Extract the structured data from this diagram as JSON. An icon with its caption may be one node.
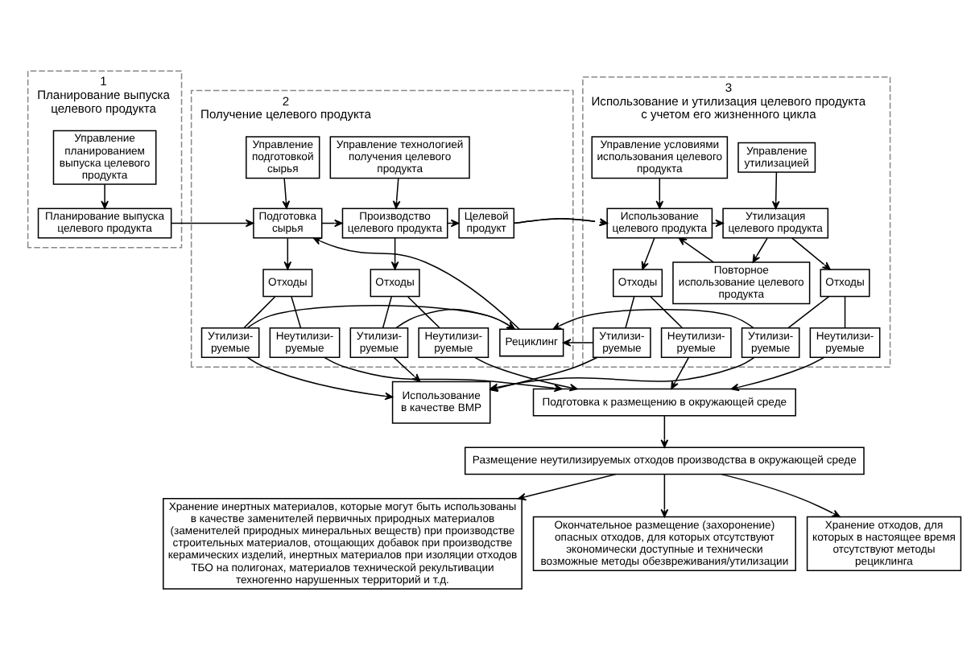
{
  "diagram": {
    "nodes": [
      {
        "text": [
          "1",
          "Планирование выпуска целевого продукта"
        ]
      },
      {
        "text": [
          "Управление планированием выпуска целевого продукта"
        ],
        "in": 0
      },
      {
        "text": [
          "Планирование выпуска целевого продукта"
        ],
        "in": 0
      },
      {
        "text": [
          "2",
          "Получение целевого продукта"
        ]
      },
      {
        "text": [
          "Управление подготовкой сырья"
        ],
        "in": 3
      },
      {
        "text": [
          "Управление технологией получения целевого продукта"
        ],
        "in": 3
      },
      {
        "text": [
          "Подготовка сырья"
        ],
        "in": 3
      },
      {
        "text": [
          "Производство целевого продукта"
        ],
        "in": 3
      },
      {
        "text": [
          "Целевой продукт"
        ],
        "in": 3
      },
      {
        "text": [
          "Рециклинг"
        ],
        "in": 3
      },
      {
        "text": [
          "Отходы"
        ],
        "in": 3
      },
      {
        "text": [
          "Отходы"
        ],
        "in": 3
      },
      {
        "text": [
          "Утилизи- руемые"
        ],
        "in": 3
      },
      {
        "text": [
          "Неутилизи- руемые"
        ],
        "in": 3
      },
      {
        "text": [
          "Утилизи- руемые"
        ],
        "in": 3
      },
      {
        "text": [
          "Неутилизи- руемые"
        ],
        "in": 3
      },
      {
        "text": [
          "3",
          "Использование и утилизация целевого продукта с учетом его жизненного цикла"
        ]
      },
      {
        "text": [
          "Управление условиями использования целевого продукта"
        ],
        "in": 16
      },
      {
        "text": [
          "Управление утилизацией"
        ],
        "in": 16
      },
      {
        "text": [
          "Использование целевого продукта"
        ],
        "in": 16
      },
      {
        "text": [
          "Утилизация целевого продукта"
        ],
        "in": 16
      },
      {
        "text": [
          "Повторное использование целевого продукта"
        ],
        "in": 16
      },
      {
        "text": [
          "Отходы"
        ],
        "in": 16
      },
      {
        "text": [
          "Отходы"
        ],
        "in": 16
      },
      {
        "text": [
          "Утилизи- руемые"
        ],
        "in": 16
      },
      {
        "text": [
          "Неутилизи- руемые"
        ],
        "in": 16
      },
      {
        "text": [
          "Утилизи- руемые"
        ],
        "in": 16
      },
      {
        "text": [
          "Неутилизи- руемые"
        ],
        "in": 16
      },
      {
        "text": [
          "Использование в качестве ВМР"
        ]
      },
      {
        "text": [
          "Подготовка к размещению в окружающей среде"
        ]
      },
      {
        "text": [
          "Размещение неутилизируемых отходов производства в окружающей среде"
        ]
      },
      {
        "text": [
          "Хранение инертных материалов, которые могут быть использованы в качестве заменителей первичных природных материалов (заменителей природных минеральных веществ) при производстве строительных материалов, отощающих добавок при производстве керамических изделий, инертных материалов при изоляции отходов ТБО на полигонах, материалов технической рекультивации техногенно нарушенных территорий и т.д."
        ]
      },
      {
        "text": [
          "Окончательное размещение (захоронение) опасных отходов, для которых отсутствуют экономически доступные и технически возможные методы обезвреживания/утилизации"
        ]
      },
      {
        "text": [
          "Хранение отходов, для которых в настоящее время отсутствуют методы рециклинга"
        ]
      }
    ],
    "edges": [
      {
        "from": 1,
        "to": 2,
        "arrow": "to"
      },
      {
        "from": 2,
        "to": 6,
        "arrow": "to"
      },
      {
        "from": 4,
        "to": 6,
        "arrow": "to"
      },
      {
        "from": 9,
        "to": 6,
        "arrow": "to"
      },
      {
        "from": 6,
        "to": 7,
        "arrow": "to"
      },
      {
        "from": 5,
        "to": 7,
        "arrow": "to"
      },
      {
        "from": 7,
        "to": 8,
        "arrow": "to"
      },
      {
        "from": 8,
        "to": 19,
        "arrow": "to"
      },
      {
        "from": 6,
        "to": 10,
        "arrow": "to"
      },
      {
        "from": 7,
        "to": 11,
        "arrow": "to"
      },
      {
        "from": 10,
        "to": 12,
        "arrow": "none"
      },
      {
        "from": 10,
        "to": 13,
        "arrow": "none"
      },
      {
        "from": 11,
        "to": 14,
        "arrow": "none"
      },
      {
        "from": 11,
        "to": 15,
        "arrow": "none"
      },
      {
        "from": 17,
        "to": 19,
        "arrow": "to"
      },
      {
        "from": 19,
        "to": 20,
        "arrow": "to"
      },
      {
        "from": 18,
        "to": 20,
        "arrow": "to"
      },
      {
        "from": 20,
        "to": 21,
        "arrow": "to"
      },
      {
        "from": 21,
        "to": 19,
        "arrow": "to"
      },
      {
        "from": 19,
        "to": 22,
        "arrow": "to"
      },
      {
        "from": 20,
        "to": 23,
        "arrow": "to"
      },
      {
        "from": 22,
        "to": 24,
        "arrow": "none"
      },
      {
        "from": 22,
        "to": 25,
        "arrow": "none"
      },
      {
        "from": 23,
        "to": 26,
        "arrow": "none"
      },
      {
        "from": 23,
        "to": 27,
        "arrow": "none"
      },
      {
        "from": 12,
        "to": 9,
        "arrow": "to"
      },
      {
        "from": 12,
        "to": 28,
        "arrow": "to"
      },
      {
        "from": 14,
        "to": 9,
        "arrow": "to"
      },
      {
        "from": 14,
        "to": 28,
        "arrow": "to"
      },
      {
        "from": 24,
        "to": 9,
        "arrow": "to"
      },
      {
        "from": 24,
        "to": 28,
        "arrow": "to"
      },
      {
        "from": 26,
        "to": 9,
        "arrow": "to"
      },
      {
        "from": 26,
        "to": 28,
        "arrow": "to"
      },
      {
        "from": 13,
        "to": 29,
        "arrow": "to"
      },
      {
        "from": 15,
        "to": 29,
        "arrow": "to"
      },
      {
        "from": 25,
        "to": 29,
        "arrow": "to"
      },
      {
        "from": 27,
        "to": 29,
        "arrow": "to"
      },
      {
        "from": 29,
        "to": 30,
        "arrow": "to"
      },
      {
        "from": 30,
        "to": 31,
        "arrow": "to"
      },
      {
        "from": 30,
        "to": 32,
        "arrow": "to"
      },
      {
        "from": 30,
        "to": 33,
        "arrow": "to"
      }
    ]
  }
}
